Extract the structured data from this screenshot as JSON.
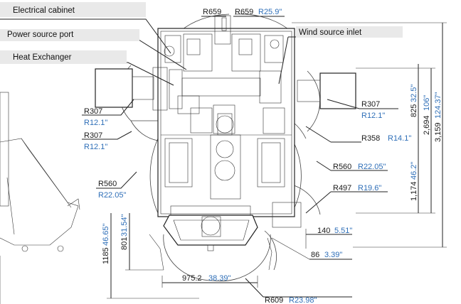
{
  "callouts": {
    "electrical_cabinet": "Electrical cabinet",
    "power_source_port": "Power source port",
    "heat_exchanger": "Heat Exchanger",
    "wind_source_inlet": "Wind source inlet"
  },
  "dims": {
    "top_r659_a": "R659",
    "top_r659_b": "R659",
    "top_r659_b_in": "R25.9\"",
    "left_r307_a": "R307",
    "left_r307_a_in": "R12.1\"",
    "left_r307_b": "R307",
    "left_r307_b_in": "R12.1\"",
    "right_r307": "R307",
    "right_r307_in": "R12.1\"",
    "r358": "R358",
    "r358_in": "R14.1\"",
    "left_r560": "R560",
    "left_r560_in": "R22.05\"",
    "right_r560": "R560",
    "right_r560_in": "R22.05\"",
    "r497": "R497",
    "r497_in": "R19.6\"",
    "w140": "140",
    "w140_in": "5.51\"",
    "w86": "86",
    "w86_in": "3.39\"",
    "w975": "975.2",
    "w975_in": "38.39\"",
    "r609": "R609",
    "r609_in": "R23.98\"",
    "v1185": "1185",
    "v1185_in": "46.65\"",
    "v801": "801",
    "v801_in": "31.54\"",
    "v825": "825",
    "v825_in": "32.5\"",
    "v2694": "2,694",
    "v2694_in": "106\"",
    "v3159": "3,159",
    "v3159_in": "124.37\"",
    "v1174": "1,174",
    "v1174_in": "46.2\""
  },
  "colors": {
    "text": "#1a1a1a",
    "inch_blue": "#2f6fb8",
    "line": "#222222"
  }
}
